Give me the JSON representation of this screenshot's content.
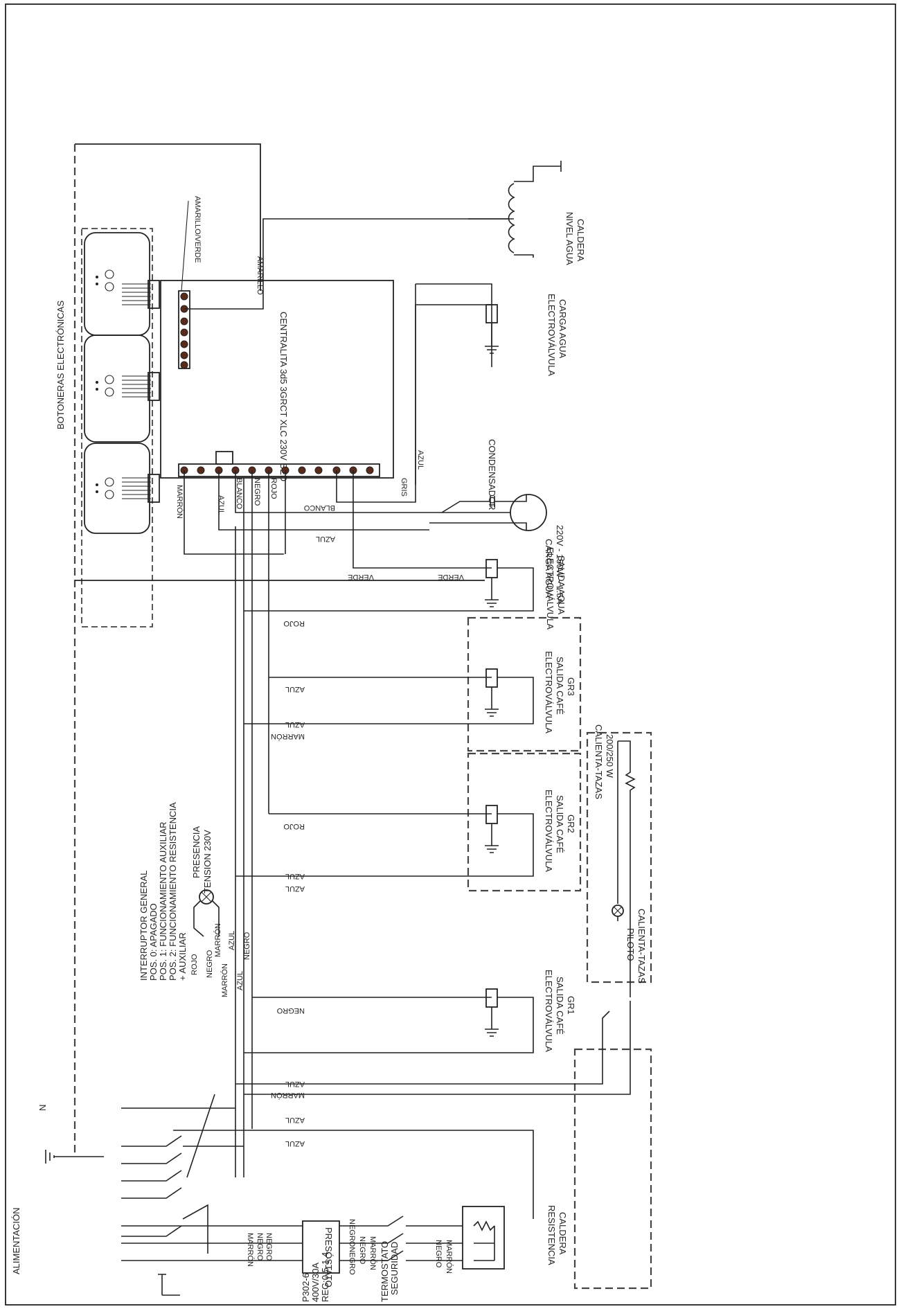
{
  "labels": {
    "botoneras": "BOTONERAS ELECTRÓNICAS",
    "centralita": "CENTRALITA 3d5 3GRCT XLC 230V SED",
    "amarillo_verde": "AMARILLO/VERDE",
    "amarillo": "AMARILLO",
    "nivel_agua_1": "NIVEL AGUA",
    "nivel_agua_2": "CALDERA",
    "ev_carga_1": "ELECTROVÁLVULA",
    "ev_carga_2": "CARGA AGUA",
    "condensador": "CONDENSADOR",
    "gris": "GRIS",
    "azul_a": "AZUL",
    "marron_a": "MARRÓN",
    "azul_b": "AZUL",
    "blanco_a": "BLANCO",
    "negro_a": "NEGRO",
    "rojo_a": "ROJO",
    "blanco_b": "BLANCO",
    "azul_c": "AZUL",
    "carga_agua_1": "CARGA AGUA",
    "carga_agua_2": "220V - 150W - 1.5A",
    "verde_a": "VERDE",
    "verde_b": "VERDE",
    "ev_salida_agua_1": "ELECTROVÁLVULA",
    "ev_salida_agua_2": "SALIDA AGUA",
    "rojo_b": "ROJO",
    "azul_d": "AZUL",
    "azul_e": "AZUL",
    "marron_b": "MARRÓN",
    "ev_gr3_1": "ELECTROVÁLVULA",
    "ev_gr3_2": "SALIDA CAFÉ",
    "ev_gr3_3": "GR3",
    "rojo_c": "ROJO",
    "azul_f": "AZUL",
    "azul_g": "AZUL",
    "ev_gr2_1": "ELECTROVÁLVULA",
    "ev_gr2_2": "SALIDA CAFÉ",
    "ev_gr2_3": "GR2",
    "calienta_1": "CALIENTA-TAZAS",
    "calienta_2": "200/250 W",
    "presencia_1": "PRESENCIA",
    "presencia_2": "TENSION 230V",
    "int_1": "INTERRUPTOR GENERAL",
    "int_2": "POS. 0: APAGADO",
    "int_3": "POS. 1: FUNCIONAMIENTO AUXILIAR",
    "int_4": "POS. 2: FUNCIONAMIENTO RESISTENCIA",
    "int_5": "+ AUXILIAR",
    "marron_c": "MARRÓN",
    "azul_h": "AZUL",
    "negro_b": "NEGRO",
    "rojo_d": "ROJO",
    "negro_c": "NEGRO",
    "marron_d": "MARRÓN",
    "azul_i": "AZUL",
    "negro_d": "NEGRO",
    "ev_gr1_1": "ELECTROVÁLVULA",
    "ev_gr1_2": "SALIDA CAFÉ",
    "ev_gr1_3": "GR1",
    "piloto_1": "PILOTO",
    "piloto_2": "CALIENTA-TAZAS",
    "azul_j": "AZUL",
    "marron_e": "MARRÓN",
    "azul_k": "AZUL",
    "azul_l": "AZUL",
    "alimentacion": "ALIMENTACIÓN",
    "n": "N",
    "negro_e": "NEGRO",
    "negro_f": "NEGRO",
    "marron_f": "MARRÓN",
    "presostato": "PRESÓSTATO",
    "negronegro": "NEGRONEGRO",
    "negro_g": "NEGRO",
    "marron_g": "MARRÓN",
    "negro_h": "NEGRO",
    "marron_h": "MARRÓN",
    "p302_1": "P302-6",
    "p302_2": "400V/30A",
    "p302_3": "REG:0.5-1.4",
    "termostato_1": "TERMOSTATO",
    "termostato_2": "SEGURIDAD",
    "resistencia_1": "RESISTENCIA",
    "resistencia_2": "CALDERA"
  }
}
